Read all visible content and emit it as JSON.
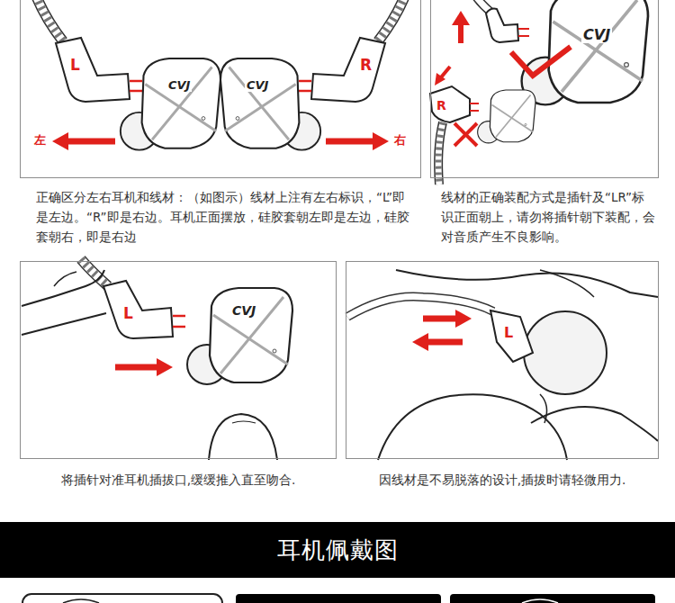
{
  "diagram": {
    "nodes": [
      {
        "text": [
          "正确区分左右耳机和线材：（如图示）线材上注有左右标识，“L”即是左边。“R”即是右边。耳机正面摆放，硅胶套朝左即是左边，硅胶套朝右，即是右边"
        ]
      },
      {
        "text": [
          "线材的正确装配方式是插针及“LR”标识正面朝上，请勿将插针朝下装配，会对音质产生不良影响。"
        ]
      },
      {
        "text": [
          "将插针对准耳机插拔口,缓缓推入直至吻合."
        ]
      },
      {
        "text": [
          "因线材是不易脱落的设计,插拔时请轻微用力."
        ]
      },
      {
        "text": [
          "耳机佩戴图"
        ]
      }
    ],
    "labels": [
      "L",
      "CVJ",
      "CVJ",
      "R",
      "左",
      "右",
      "CVJ",
      "R",
      "L",
      "CVJ",
      "L"
    ]
  }
}
